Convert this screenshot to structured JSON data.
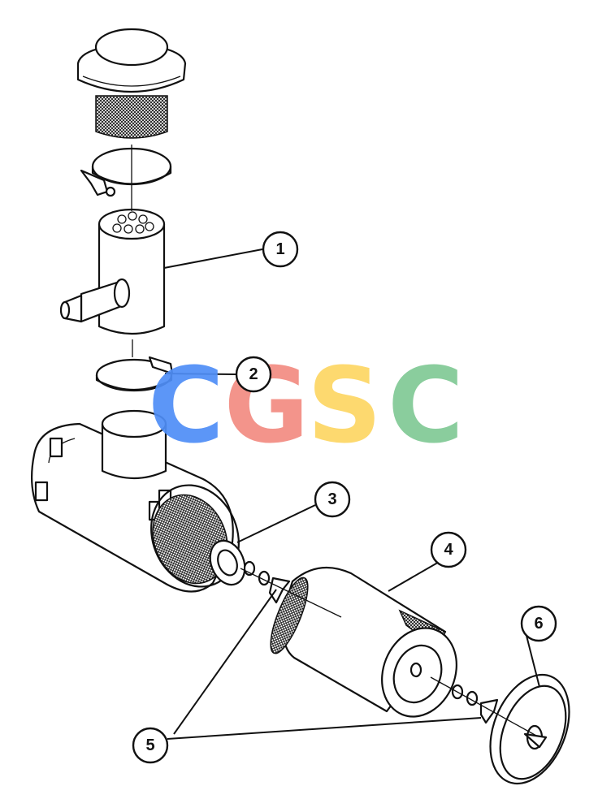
{
  "watermark": {
    "letters": [
      {
        "char": "C",
        "color": "#4f8ef7"
      },
      {
        "char": "G",
        "color": "#f28b82"
      },
      {
        "char": "S",
        "color": "#fdd663"
      },
      {
        "char": "C",
        "color": "#81c995"
      }
    ]
  },
  "callouts": [
    {
      "label": "1"
    },
    {
      "label": "2"
    },
    {
      "label": "3"
    },
    {
      "label": "4"
    },
    {
      "label": "5"
    },
    {
      "label": "6"
    }
  ]
}
